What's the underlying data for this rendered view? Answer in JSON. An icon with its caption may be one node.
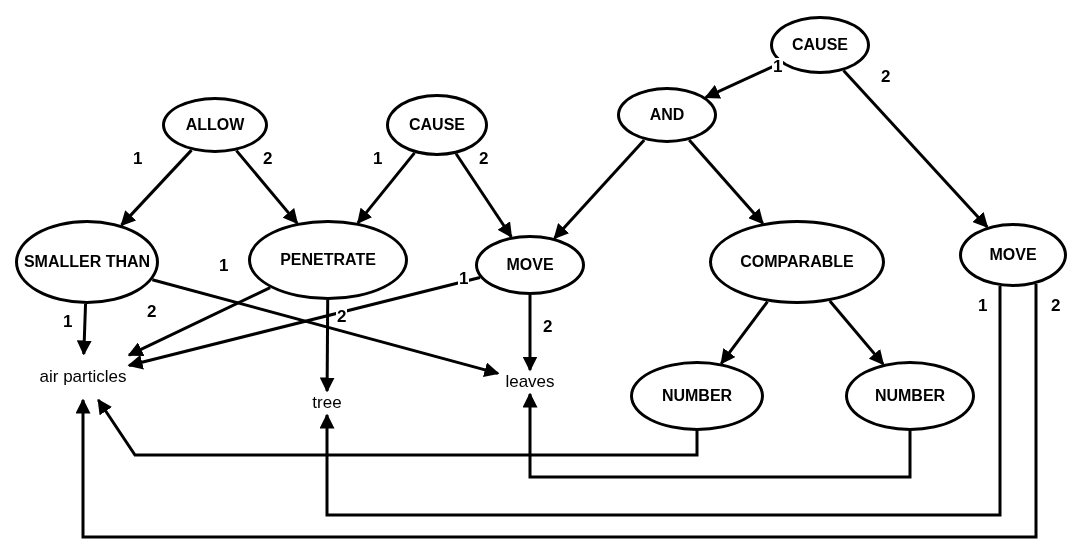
{
  "diagram": {
    "nodes": [
      {
        "text": [
          "CAUSE"
        ]
      },
      {
        "text": [
          "ALLOW"
        ]
      },
      {
        "text": [
          "CAUSE"
        ]
      },
      {
        "text": [
          "AND"
        ]
      },
      {
        "text": [
          "SMALLER THAN"
        ]
      },
      {
        "text": [
          "PENETRATE"
        ]
      },
      {
        "text": [
          "MOVE"
        ]
      },
      {
        "text": [
          "COMPARABLE"
        ]
      },
      {
        "text": [
          "MOVE"
        ]
      },
      {
        "text": [
          "air particles"
        ]
      },
      {
        "text": [
          "tree"
        ]
      },
      {
        "text": [
          "leaves"
        ]
      },
      {
        "text": [
          "NUMBER"
        ]
      },
      {
        "text": [
          "NUMBER"
        ]
      }
    ],
    "edges": [
      {
        "from": 0,
        "to": 3,
        "arrow": "to",
        "label": "1"
      },
      {
        "from": 0,
        "to": 8,
        "arrow": "to",
        "label": "2"
      },
      {
        "from": 3,
        "to": 6,
        "arrow": "to"
      },
      {
        "from": 3,
        "to": 7,
        "arrow": "to"
      },
      {
        "from": 1,
        "to": 4,
        "arrow": "to",
        "label": "1"
      },
      {
        "from": 1,
        "to": 5,
        "arrow": "to",
        "label": "2"
      },
      {
        "from": 2,
        "to": 5,
        "arrow": "to",
        "label": "1"
      },
      {
        "from": 2,
        "to": 6,
        "arrow": "to",
        "label": "2"
      },
      {
        "from": 4,
        "to": 9,
        "arrow": "to",
        "label": "1"
      },
      {
        "from": 4,
        "to": 11,
        "arrow": "to",
        "label": "2"
      },
      {
        "from": 5,
        "to": 9,
        "arrow": "to",
        "label": "1"
      },
      {
        "from": 5,
        "to": 10,
        "arrow": "to",
        "label": "2"
      },
      {
        "from": 6,
        "to": 9,
        "arrow": "to",
        "label": "1"
      },
      {
        "from": 6,
        "to": 11,
        "arrow": "to",
        "label": "2"
      },
      {
        "from": 7,
        "to": 12,
        "arrow": "to"
      },
      {
        "from": 7,
        "to": 13,
        "arrow": "to"
      },
      {
        "from": 12,
        "to": 9,
        "arrow": "to"
      },
      {
        "from": 13,
        "to": 11,
        "arrow": "to"
      },
      {
        "from": 8,
        "to": 10,
        "arrow": "to",
        "label": "1"
      },
      {
        "from": 8,
        "to": 9,
        "arrow": "to",
        "label": "2"
      }
    ]
  }
}
